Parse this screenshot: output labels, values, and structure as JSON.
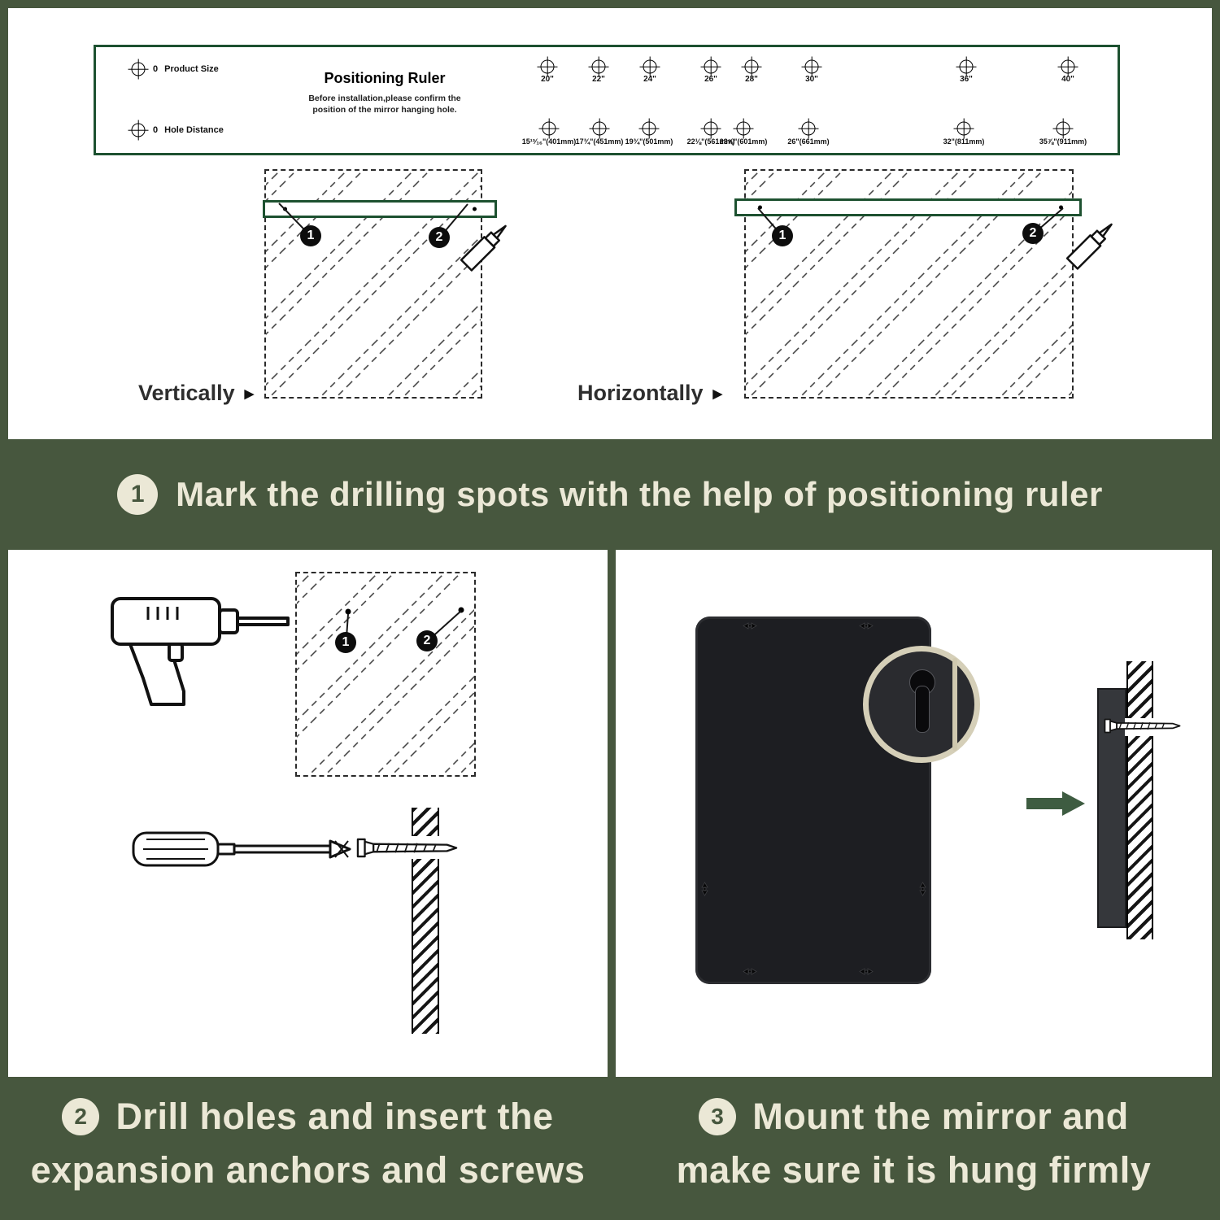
{
  "colors": {
    "background_green": "#47573e",
    "cream_text": "#ebe8d6",
    "ruler_green": "#1d5130",
    "mirror_black": "#1d1e22",
    "arrow_green": "#3e5c41"
  },
  "ruler": {
    "title": "Positioning Ruler",
    "subtitle_line1": "Before installation,please confirm the",
    "subtitle_line2": "position of the mirror hanging hole.",
    "product_size_zero": "0",
    "product_size_label": "Product Size",
    "hole_distance_zero": "0",
    "hole_distance_label": "Hole Distance",
    "sizes": [
      "20\"",
      "22\"",
      "24\"",
      "26\"",
      "28\"",
      "30\"",
      "36\"",
      "40\""
    ],
    "distances": [
      "15¹³⁄₁₆\"(401mm)",
      "17¾\"(451mm)",
      "19¾\"(501mm)",
      "22⅛\"(561mm)",
      "23⅝\"(601mm)",
      "26\"(661mm)",
      "32\"(811mm)",
      "35⅞\"(911mm)"
    ]
  },
  "diagrams": {
    "vertical_label": "Vertically",
    "horizontal_label": "Horizontally",
    "pointer": "▶",
    "badge_one": "1",
    "badge_two": "2"
  },
  "steps": {
    "one": {
      "num": "1",
      "text": "Mark the drilling spots with the help of positioning ruler"
    },
    "two": {
      "num": "2",
      "line1": "Drill holes and insert the",
      "line2": "expansion anchors and screws"
    },
    "three": {
      "num": "3",
      "line1": "Mount the mirror and",
      "line2": "make sure it is hung firmly"
    }
  }
}
